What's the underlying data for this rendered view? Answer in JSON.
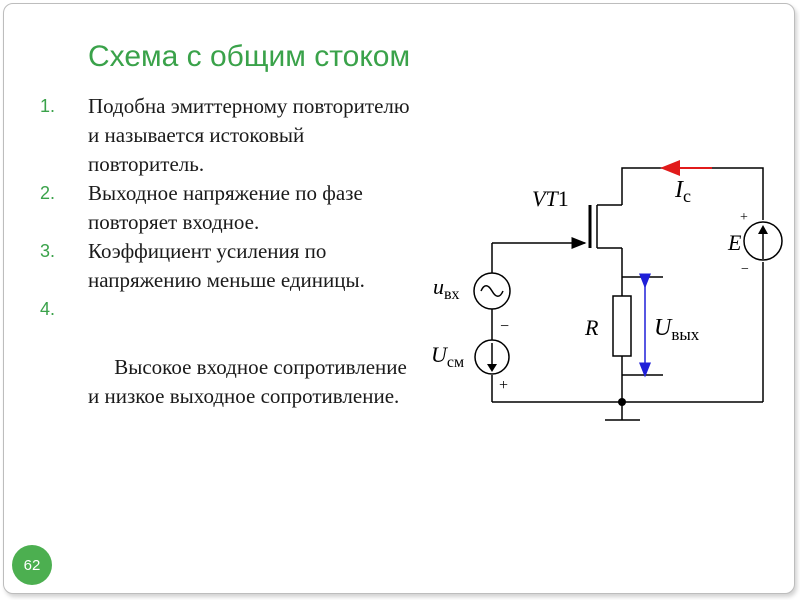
{
  "title": "Схема с общим стоком",
  "items": [
    {
      "num": "1.",
      "text": "Подобна эмиттерному повторителю и называется истоковый повторитель."
    },
    {
      "num": "2.",
      "text": "Выходное напряжение по фазе повторяет входное."
    },
    {
      "num": "3.",
      "text": "Коэффициент усиления по напряжению меньше единицы."
    },
    {
      "num": "4.",
      "text": " Высокое входное сопротивление и низкое выходное сопротивление."
    }
  ],
  "page_number": "62",
  "circuit": {
    "transistor": {
      "main": "VT",
      "sub": "1"
    },
    "current": {
      "main": "I",
      "sub": "с"
    },
    "source_e": "E",
    "input": {
      "main": "u",
      "sub": "вх"
    },
    "bias": {
      "main": "U",
      "sub": "см"
    },
    "resistor": "R",
    "output": {
      "main": "U",
      "sub": "вых"
    },
    "plus": "+",
    "minus": "−"
  },
  "colors": {
    "accent": "#3aa24a",
    "arrow_red": "#e11b1b",
    "arrow_blue": "#1f1fd8"
  }
}
